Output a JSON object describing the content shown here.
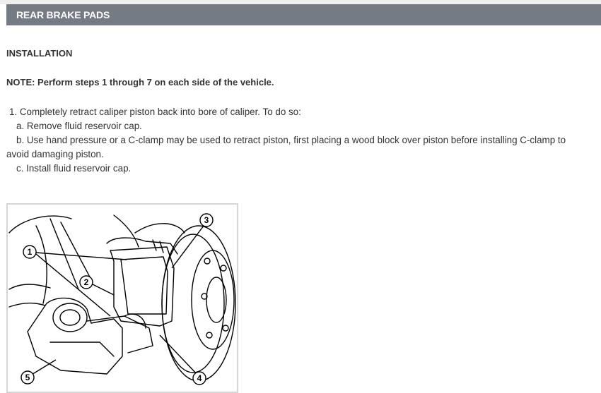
{
  "banner": {
    "title": "REAR BRAKE PADS"
  },
  "section_heading": "INSTALLATION",
  "note": "NOTE:  Perform steps 1 through 7 on each side of the vehicle.",
  "steps": {
    "step1": "1. Completely retract caliper piston back into bore of caliper. To do so:",
    "step1a": "a. Remove fluid reservoir cap.",
    "step1b_part1": "b. Use hand pressure or a C-clamp may be used to retract piston, first placing a wood block over piston before installing C-clamp to",
    "step1b_part2": "avoid damaging piston.",
    "step1c": "c. Install fluid reservoir cap."
  },
  "figure": {
    "callouts": [
      "1",
      "2",
      "3",
      "4",
      "5"
    ]
  }
}
